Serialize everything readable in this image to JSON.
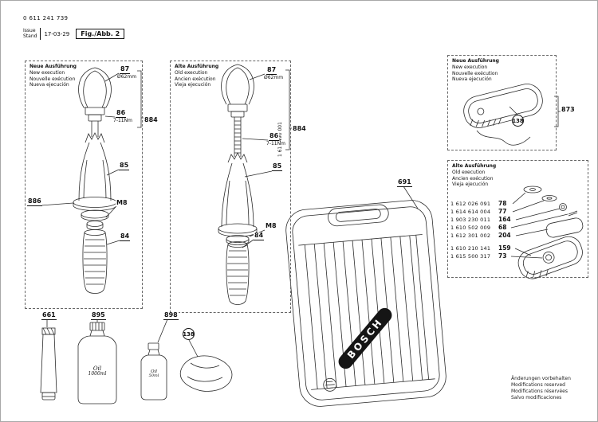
{
  "header": {
    "part_number": "0 611 241 739",
    "issue_label": "Issue",
    "stand_label": "Stand",
    "date": "17-03-29",
    "figure_label": "Fig./Abb. 2"
  },
  "legend": {
    "new_execution": [
      "Neue Ausführung",
      "New execution",
      "Nouvelle exécution",
      "Nueva ejecución"
    ],
    "old_execution": [
      "Alte Ausführung",
      "Old execution",
      "Ancien exécution",
      "Vieja ejecución"
    ]
  },
  "handle_new": {
    "ring_ref": "87",
    "ring_dia": "Ø62mm",
    "clamp_ref": "86",
    "torque": "7-11Nm",
    "assembly_ref": "884",
    "holder_ref": "85",
    "washer_ref": "886",
    "thread_ref": "M8",
    "grip_ref": "84"
  },
  "handle_old": {
    "part_no": "1 613 490 001",
    "ring_ref": "87",
    "ring_dia": "Ø62mm",
    "clamp_ref": "86",
    "torque": "7-11Nm",
    "assembly_ref": "884",
    "holder_ref": "85",
    "thread_ref": "M8",
    "grip_ref": "84"
  },
  "case": {
    "ref": "691",
    "brand": "BOSCH"
  },
  "cover_new": {
    "ref": "873",
    "kit_ref": "138"
  },
  "parts_old": {
    "rows": [
      {
        "part_no": "1 612 026 091",
        "ref": "78"
      },
      {
        "part_no": "1 614 614 004",
        "ref": "77"
      },
      {
        "part_no": "1 903 230 011",
        "ref": "164"
      },
      {
        "part_no": "1 610 502 009",
        "ref": "68"
      },
      {
        "part_no": "1 612 301 002",
        "ref": "204"
      },
      {
        "part_no": "1 610 210 141",
        "ref": "159"
      },
      {
        "part_no": "1 615 500 317",
        "ref": "73"
      }
    ]
  },
  "consumables": {
    "tube_ref": "661",
    "oil_large_ref": "895",
    "oil_large_line1": "Oil",
    "oil_large_line2": "1000ml",
    "oil_small_ref": "898",
    "oil_small_line1": "Oil",
    "oil_small_line2": "50ml",
    "cloth_kit_ref": "138"
  },
  "footer": {
    "lines": [
      "Änderungen vorbehalten",
      "Modifications reserved",
      "Modifications réservées",
      "Salvo modificaciones"
    ]
  }
}
